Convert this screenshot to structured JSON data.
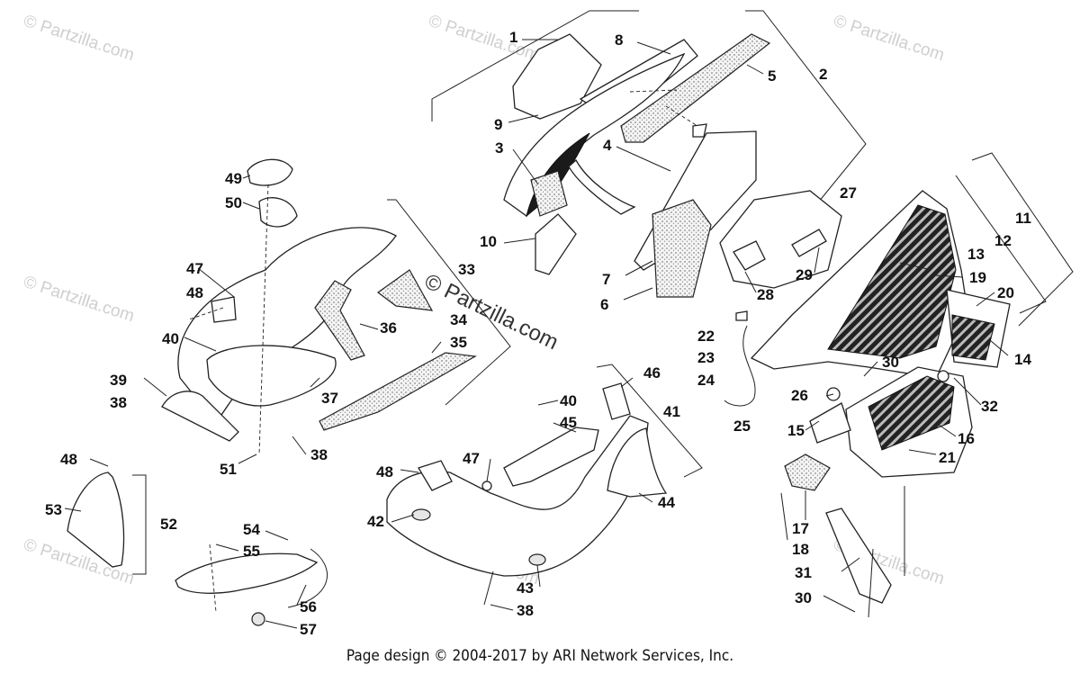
{
  "footer": {
    "text": "Page design © 2004-2017 by ARI Network Services, Inc."
  },
  "watermarks": {
    "corner": "© Partzilla.com",
    "center": "© Partzilla.com"
  },
  "callouts": [
    "1",
    "2",
    "3",
    "4",
    "5",
    "6",
    "7",
    "8",
    "9",
    "10",
    "11",
    "12",
    "13",
    "14",
    "15",
    "16",
    "17",
    "18",
    "19",
    "20",
    "21",
    "22",
    "23",
    "24",
    "25",
    "26",
    "27",
    "28",
    "29",
    "30",
    "30",
    "31",
    "32",
    "33",
    "34",
    "35",
    "36",
    "37",
    "38",
    "38",
    "38",
    "39",
    "40",
    "40",
    "41",
    "42",
    "43",
    "44",
    "45",
    "46",
    "47",
    "47",
    "48",
    "48",
    "48",
    "49",
    "50",
    "51",
    "52",
    "53",
    "54",
    "55",
    "56",
    "57"
  ]
}
